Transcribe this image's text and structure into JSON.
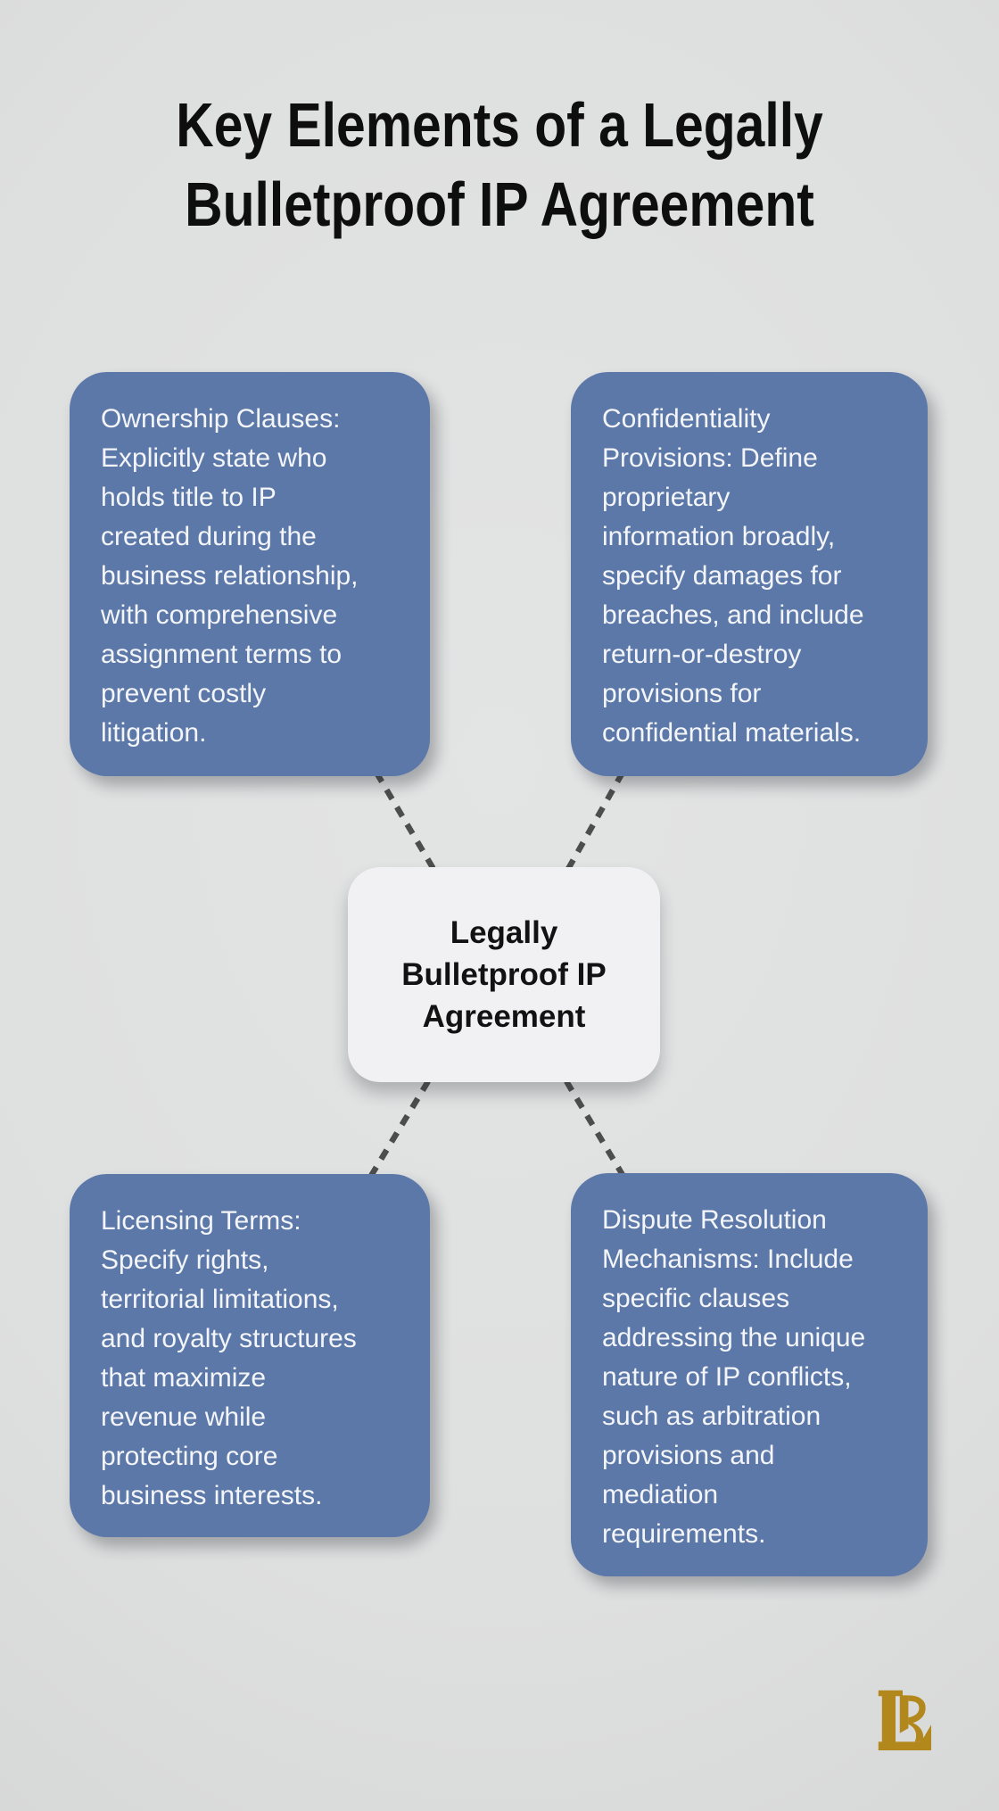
{
  "title": "Key Elements of a Legally\nBulletproof IP Agreement",
  "center": {
    "label": "Legally\nBulletproof IP\nAgreement"
  },
  "boxes": [
    {
      "name": "ownership-clauses",
      "text": "Ownership Clauses:\nExplicitly state who\nholds title to IP\ncreated during the\nbusiness relationship,\nwith comprehensive\nassignment terms to\nprevent costly\nlitigation."
    },
    {
      "name": "confidentiality-provisions",
      "text": "Confidentiality\nProvisions: Define\nproprietary\ninformation broadly,\nspecify damages for\nbreaches, and include\nreturn-or-destroy\nprovisions for\nconfidential materials."
    },
    {
      "name": "licensing-terms",
      "text": "Licensing Terms:\nSpecify rights,\nterritorial limitations,\nand royalty structures\nthat maximize\nrevenue while\nprotecting core\nbusiness interests."
    },
    {
      "name": "dispute-resolution-mechanisms",
      "text": "Dispute Resolution\nMechanisms: Include\nspecific clauses\naddressing the unique\nnature of IP conflicts,\nsuch as arbitration\nprovisions and\nmediation\nrequirements."
    }
  ],
  "colors": {
    "background": "#dedfdf",
    "card_blue": "#5c78a9",
    "card_text": "#f3f5f8",
    "center_box": "#f1f1f3",
    "title_text": "#0e0e0e",
    "connector_gray": "#4d4d4d",
    "logo_gold": "#b2871b"
  }
}
